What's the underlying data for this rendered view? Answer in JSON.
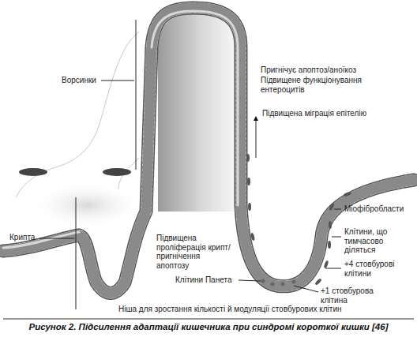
{
  "diagram": {
    "caption": "Рисунок 2. Підсилення адаптації кишечника при синдромі короткої кишки [46]",
    "labels": [
      "Ворсинки",
      "Пригнічує апоптоз/аноїкоз",
      "Підвищене функціонування ентероцитів",
      "Підвищена міграція епітелію",
      "Крипта",
      "Підвищена проліферація крипт/пригнічення апоптозу",
      "Клітини Панета",
      "Міофібробласти",
      "Клітини, що тимчасово діляться",
      "+4 стовбурові клітини",
      "+1 стовбурова клітина",
      "Ніша для зростання кількості й модуляції стовбурових клітин"
    ]
  }
}
